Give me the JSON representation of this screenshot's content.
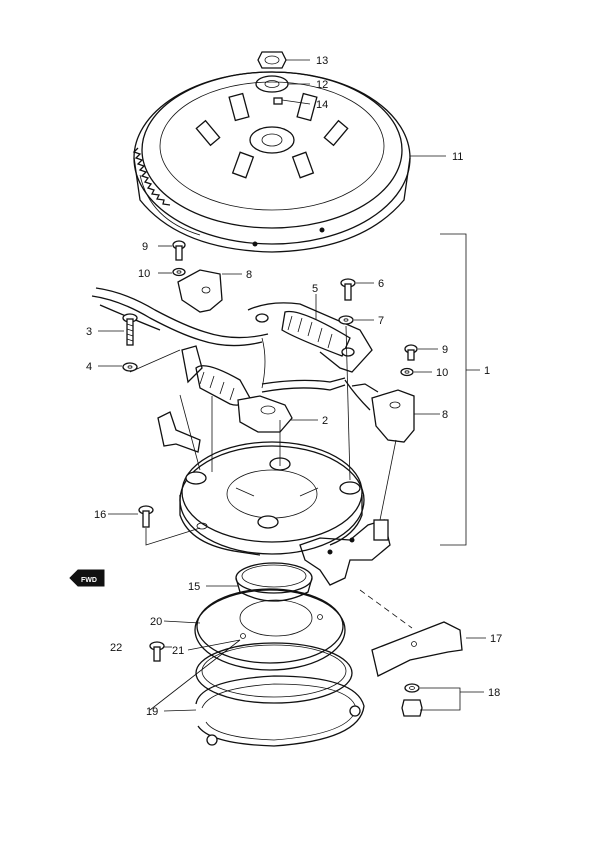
{
  "callouts": [
    {
      "id": "c1",
      "text": "1"
    },
    {
      "id": "c2",
      "text": "2"
    },
    {
      "id": "c3",
      "text": "3"
    },
    {
      "id": "c4",
      "text": "4"
    },
    {
      "id": "c5",
      "text": "5"
    },
    {
      "id": "c6",
      "text": "6"
    },
    {
      "id": "c7",
      "text": "7"
    },
    {
      "id": "c8a",
      "text": "8"
    },
    {
      "id": "c8b",
      "text": "8"
    },
    {
      "id": "c9a",
      "text": "9"
    },
    {
      "id": "c9b",
      "text": "9"
    },
    {
      "id": "c10a",
      "text": "10"
    },
    {
      "id": "c10b",
      "text": "10"
    },
    {
      "id": "c11",
      "text": "11"
    },
    {
      "id": "c12",
      "text": "12"
    },
    {
      "id": "c13",
      "text": "13"
    },
    {
      "id": "c14",
      "text": "14"
    },
    {
      "id": "c15",
      "text": "15"
    },
    {
      "id": "c16",
      "text": "16"
    },
    {
      "id": "c17",
      "text": "17"
    },
    {
      "id": "c18",
      "text": "18"
    },
    {
      "id": "c19",
      "text": "19"
    },
    {
      "id": "c20",
      "text": "20"
    },
    {
      "id": "c21",
      "text": "21"
    },
    {
      "id": "c22",
      "text": "22"
    }
  ],
  "fwd_label": "FWD"
}
